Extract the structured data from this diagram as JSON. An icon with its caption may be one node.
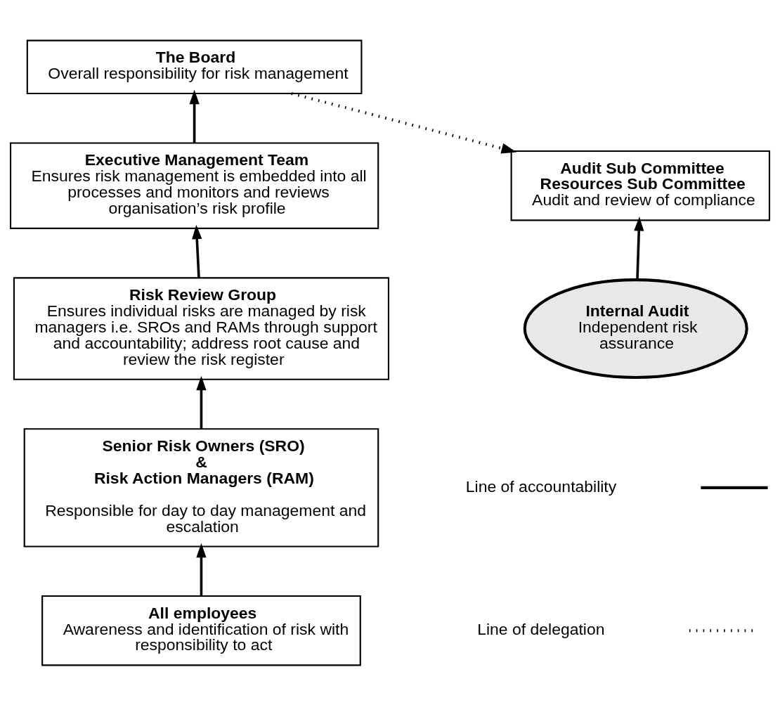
{
  "diagram": {
    "nodes": [
      {
        "text": [
          "The Board",
          "Overall responsibility for risk management"
        ]
      },
      {
        "text": [
          "Executive Management Team",
          "Ensures risk management is embedded into all processes and monitors and reviews organisation’s risk profile"
        ]
      },
      {
        "text": [
          "Audit Sub Committee",
          "Resources Sub Committee",
          "Audit and review of compliance"
        ]
      },
      {
        "text": [
          "Risk Review Group",
          "Ensures individual risks are managed by risk managers i.e. SROs and RAMs through support and accountability; address root cause and review the risk register"
        ]
      },
      {
        "text": [
          "Senior Risk Owners (SRO)",
          "&",
          "Risk Action Managers (RAM)",
          "Responsible for day to day management and escalation"
        ]
      },
      {
        "text": [
          "All employees",
          "Awareness and identification of risk with responsibility to act"
        ]
      },
      {
        "text": [
          "Internal Audit",
          "Independent risk assurance"
        ]
      }
    ],
    "edges": [
      {
        "from": 5,
        "to": 4,
        "arrow": "to"
      },
      {
        "from": 4,
        "to": 3,
        "arrow": "to"
      },
      {
        "from": 3,
        "to": 1,
        "arrow": "to"
      },
      {
        "from": 1,
        "to": 0,
        "arrow": "to"
      },
      {
        "from": 0,
        "to": 2,
        "arrow": "to",
        "style": "dashed"
      },
      {
        "from": 6,
        "to": 2,
        "arrow": "to"
      }
    ],
    "legend": [
      {
        "text": "Line of accountability"
      },
      {
        "text": "Line of delegation"
      }
    ]
  }
}
